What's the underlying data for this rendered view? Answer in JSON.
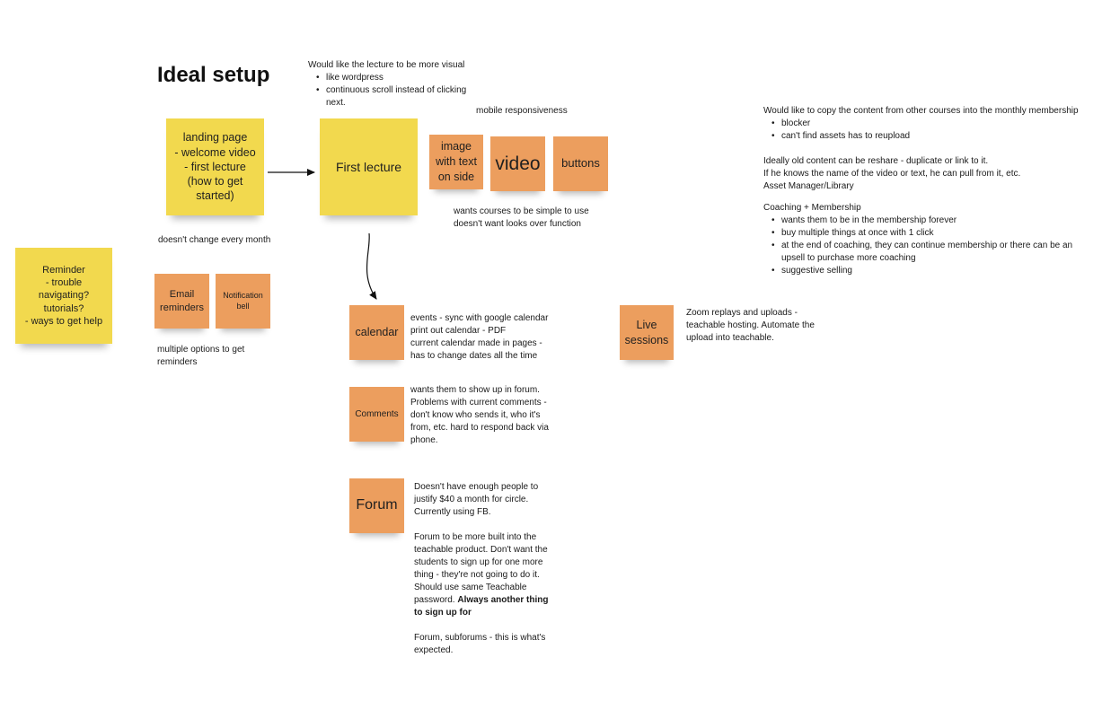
{
  "title": "Ideal setup",
  "stickies": {
    "landing": "landing page\n- welcome video\n- first lecture\n(how to get\nstarted)",
    "first_lecture": "First lecture",
    "image_text": "image\nwith text\non side",
    "video": "video",
    "buttons": "buttons",
    "reminder": "Reminder\n- trouble\nnavigating?\ntutorials?\n- ways to get help",
    "email_reminders": "Email\nreminders",
    "notification_bell": "Notification\nbell",
    "calendar": "calendar",
    "comments": "Comments",
    "forum": "Forum",
    "live_sessions": "Live\nsessions"
  },
  "notes": {
    "visual": {
      "heading": "Would like the lecture to be more visual",
      "bullets": [
        "like wordpress",
        "continuous scroll instead of clicking next."
      ]
    },
    "mobile": "mobile responsiveness",
    "simple": [
      "wants courses to be simple to use",
      "doesn't want looks over function"
    ],
    "no_change": "doesn't change every month",
    "multiple": "multiple options to get reminders",
    "calendar": "events - sync with google calendar\nprint out calendar - PDF\ncurrent calendar made in pages -\nhas to change dates all the time",
    "comments": "wants them to show up in forum.\nProblems with current comments -\ndon't know who sends it, who it's\nfrom, etc. hard to respond back via\nphone.",
    "forum_p1": "Doesn't have enough people to justify $40 a month for circle. Currently using FB.",
    "forum_p2": "Forum to be more built into the teachable product. Don't want the students to sign up for one more thing - they're not going to do it. Should use same Teachable password.",
    "forum_p2_bold": "Always another thing to sign up for",
    "forum_p3": "Forum, subforums - this is what's expected.",
    "live": "Zoom replays and uploads -\nteachable hosting. Automate the\nupload into teachable.",
    "copy_content": {
      "heading": "Would like to copy the content from other courses into the monthly membership",
      "bullets": [
        "blocker",
        "can't find assets has to reupload"
      ]
    },
    "reshare": "Ideally old content can be reshare - duplicate or link to it.\nIf he knows the name of the video or text, he can pull from it, etc.\nAsset Manager/Library",
    "coaching": {
      "heading": "Coaching + Membership",
      "bullets": [
        "wants them to be in the membership forever",
        "buy multiple things at once with 1 click",
        "at the end of coaching, they can continue membership or there can be an upsell to purchase more coaching",
        "suggestive selling"
      ]
    }
  },
  "colors": {
    "yellow_sticky": "#f2d94e",
    "orange_sticky": "#ec9e5e"
  }
}
